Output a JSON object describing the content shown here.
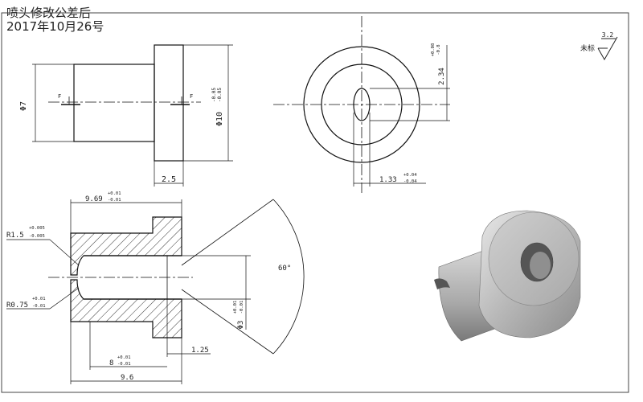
{
  "title": {
    "line1": "喷头修改公差后",
    "line2": "2017年10月26号"
  },
  "surface_finish": {
    "label": "未标",
    "value": "3.2"
  },
  "side_view": {
    "dia7": "Φ7",
    "dia10": "Φ10",
    "dia10_tol_upper": "-0.05",
    "dia10_tol_lower": "-0.05",
    "flange_width": "2.5",
    "section_mark": "F"
  },
  "end_view": {
    "dim_234": "2.34",
    "dim_234_upper": "+0.08",
    "dim_234_lower": "-0.8",
    "dim_133": "1.33",
    "dim_133_upper": "+0.04",
    "dim_133_lower": "-0.04"
  },
  "section_view": {
    "len_969": "9.69",
    "len_969_upper": "+0.01",
    "len_969_lower": "-0.01",
    "r15": "R1.5",
    "r15_upper": "+0.005",
    "r15_lower": "-0.005",
    "r075": "R0.75",
    "r075_upper": "+0.01",
    "r075_lower": "-0.01",
    "angle": "60°",
    "dia3": "Φ3",
    "dia3_upper": "+0.01",
    "dia3_lower": "-0.01",
    "dim_125": "1.25",
    "dim_8": "8",
    "dim_8_upper": "+0.01",
    "dim_8_lower": "-0.01",
    "dim_96": "9.6"
  }
}
